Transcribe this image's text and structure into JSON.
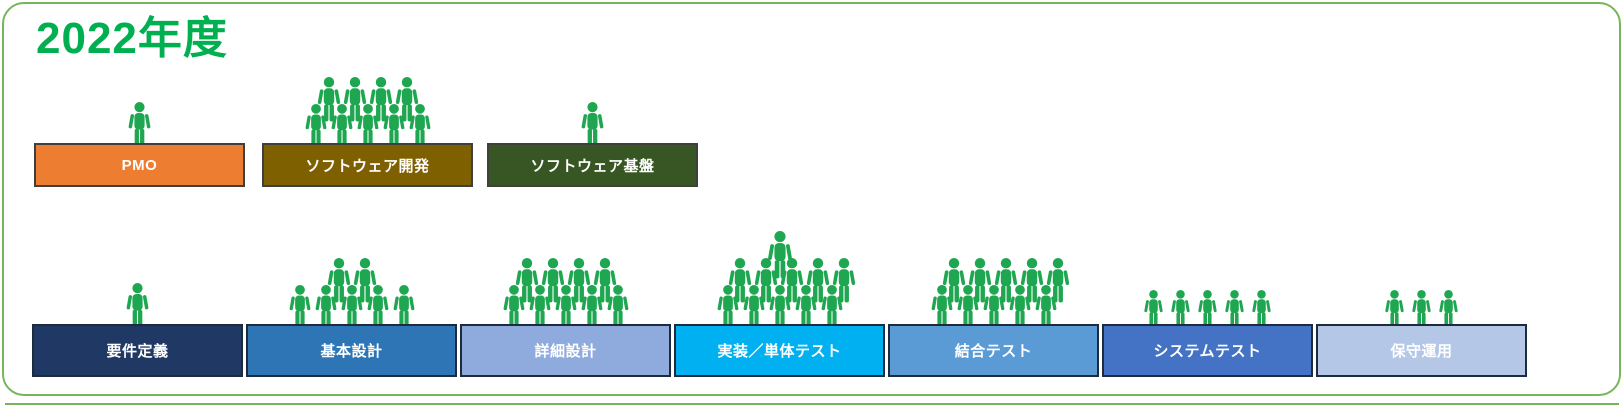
{
  "page": {
    "title": "2022年度",
    "title_color": "#00B050",
    "frame_color": "#77B55A",
    "background_color": "#FFFFFF"
  },
  "people_icon": {
    "name": "person-icon",
    "color": "#1EA750"
  },
  "org_units": [
    {
      "label": "PMO",
      "fill": "#ED7D31",
      "border": "#3F3F3C",
      "text_color": "#FFFFFF",
      "headcount": 1,
      "people_rows": [
        1
      ]
    },
    {
      "label": "ソフトウェア開発",
      "fill": "#7F6000",
      "border": "#3F3F3C",
      "text_color": "#FFFFFF",
      "headcount": 9,
      "people_rows": [
        4,
        5
      ]
    },
    {
      "label": "ソフトウェア基盤",
      "fill": "#375623",
      "border": "#3F3F3C",
      "text_color": "#FFFFFF",
      "headcount": 1,
      "people_rows": [
        1
      ]
    }
  ],
  "phases": [
    {
      "label": "要件定義",
      "fill": "#1F3864",
      "border": "#1E2B3C",
      "text_color": "#FFFFFF",
      "headcount": 1,
      "people_rows": [
        1
      ]
    },
    {
      "label": "基本設計",
      "fill": "#2E75B6",
      "border": "#1E2B3C",
      "text_color": "#FFFFFF",
      "headcount": 7,
      "people_rows": [
        2,
        5
      ]
    },
    {
      "label": "詳細設計",
      "fill": "#8FAADC",
      "border": "#1E2B3C",
      "text_color": "#FFFFFF",
      "headcount": 9,
      "people_rows": [
        4,
        5
      ]
    },
    {
      "label": "実装／単体テスト",
      "fill": "#00B0F0",
      "border": "#1E2B3C",
      "text_color": "#FFFFFF",
      "headcount": 11,
      "people_rows": [
        1,
        5,
        5
      ]
    },
    {
      "label": "結合テスト",
      "fill": "#5B9BD5",
      "border": "#1E2B3C",
      "text_color": "#FFFFFF",
      "headcount": 10,
      "people_rows": [
        5,
        5
      ]
    },
    {
      "label": "システムテスト",
      "fill": "#4472C4",
      "border": "#1E2B3C",
      "text_color": "#FFFFFF",
      "headcount": 5,
      "people_rows": [
        5
      ]
    },
    {
      "label": "保守運用",
      "fill": "#B4C7E7",
      "border": "#1E2B3C",
      "text_color": "#FFFFFF",
      "headcount": 3,
      "people_rows": [
        3
      ]
    }
  ]
}
